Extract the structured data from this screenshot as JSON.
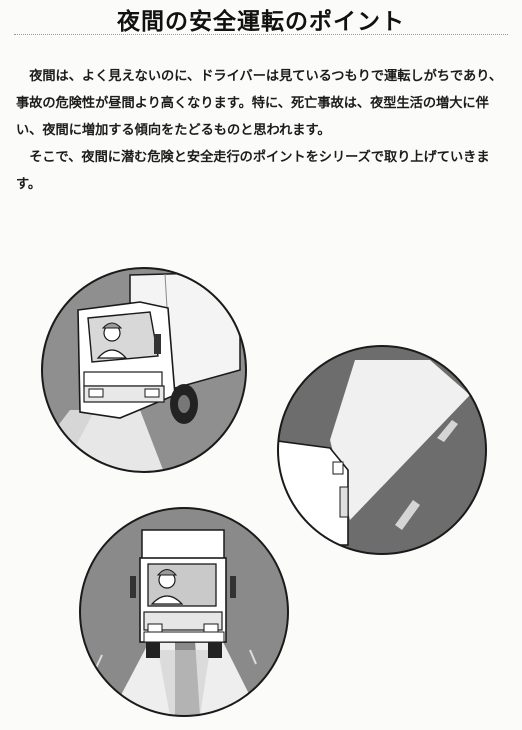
{
  "page": {
    "title": "夜間の安全運転のポイント",
    "paragraphs": [
      "夜間は、よく見えないのに、ドライバーは見ているつもりで運転しがちであり、事故の危険性が昼間より高くなります。特に、死亡事故は、夜型生活の増大に伴い、夜間に増加する傾向をたどるものと思われます。",
      "そこで、夜間に潜む危険と安全走行のポイントをシリーズで取り上げていきます。"
    ]
  },
  "illustrations": {
    "top_left": "truck-driver-headlights-illustration",
    "right": "truck-side-road-illustration",
    "bottom": "truck-front-headlights-illustration"
  },
  "colors": {
    "circle_fill": "#8f8f8f",
    "dark_gray": "#6d6d6d",
    "light_beam": "#eeeeee",
    "outline": "#1a1a1a"
  }
}
